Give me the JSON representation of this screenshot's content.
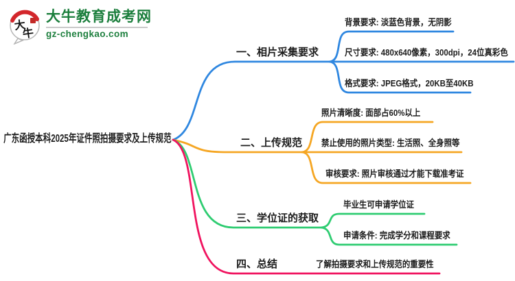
{
  "logo": {
    "icon_chars_1": "大",
    "icon_chars_2": "牛",
    "site_name": "大牛教育成考网",
    "site_domain": "gz-chengkao.com",
    "brand_green": "#1b7e3c",
    "brand_red": "#d3262b"
  },
  "root": {
    "title": "广东函授本科2025年证件照拍摄要求及上传规范"
  },
  "branches": [
    {
      "label": "一、相片采集要求",
      "color": "#2f87e0",
      "children": [
        "背景要求: 淡蓝色背景，无阴影",
        "尺寸要求: 480x640像素，300dpi，24位真彩色",
        "格式要求: JPEG格式，20KB至40KB"
      ]
    },
    {
      "label": "二、上传规范",
      "color": "#f5a623",
      "children": [
        "照片清晰度: 面部占60%以上",
        "禁止使用的照片类型: 生活照、全身照等",
        "审核要求: 照片审核通过才能下载准考证"
      ]
    },
    {
      "label": "三、学位证的获取",
      "color": "#2ecc71",
      "children": [
        "毕业生可申请学位证",
        "申请条件: 完成学分和课程要求"
      ]
    },
    {
      "label": "四、总结",
      "color": "#f0135f",
      "children": [
        "了解拍摄要求和上传规范的重要性"
      ]
    }
  ]
}
